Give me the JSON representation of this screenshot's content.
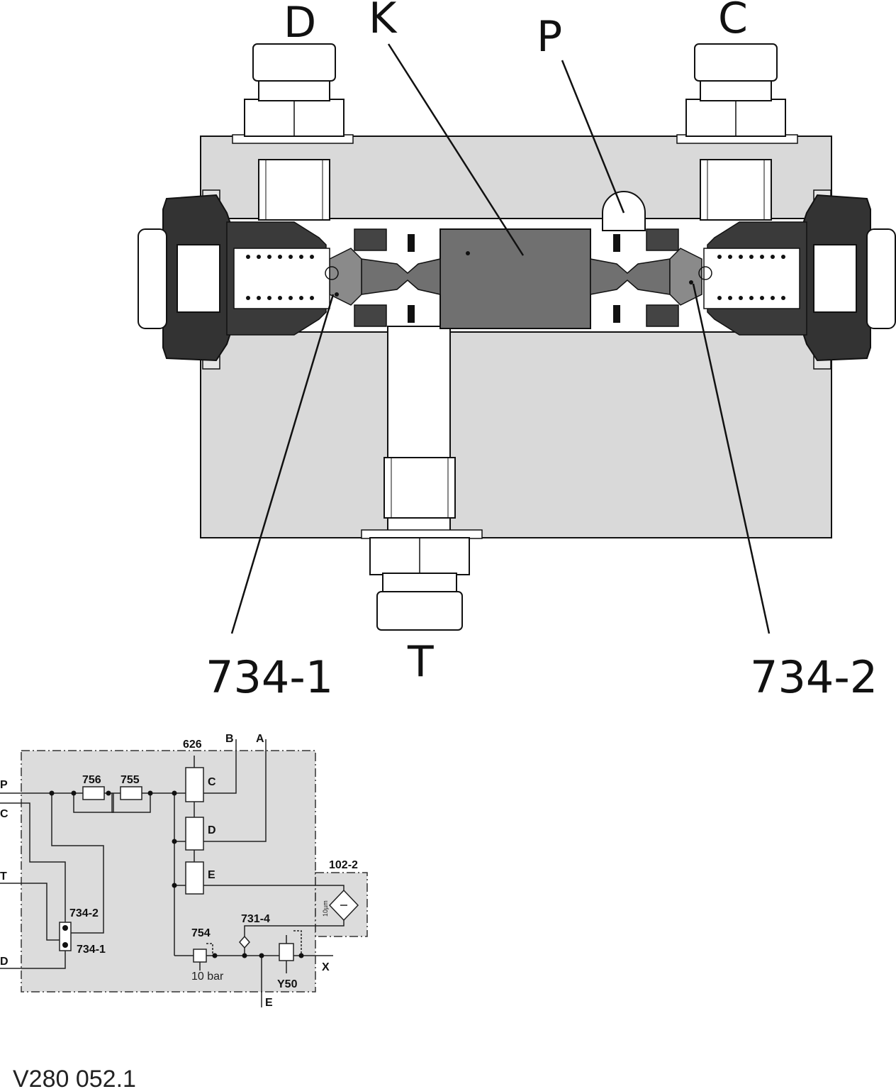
{
  "section_view": {
    "labels": {
      "D": "D",
      "K": "K",
      "P": "P",
      "C": "C",
      "T": "T",
      "left_valve": "734-1",
      "right_valve": "734-2"
    }
  },
  "schematic": {
    "ports": {
      "P": "P",
      "C": "C",
      "T": "T",
      "D": "D",
      "B": "B",
      "A": "A",
      "E": "E",
      "X": "X"
    },
    "components": {
      "c626": "626",
      "c756": "756",
      "c755": "755",
      "c734_2": "734-2",
      "c734_1": "734-1",
      "c754": "754",
      "c731_4": "731-4",
      "c102_2": "102-2",
      "y50": "Y50",
      "port_c": "C",
      "port_d": "D",
      "port_e": "E"
    },
    "pressure": "10 bar",
    "filter_rating": "10µm"
  },
  "drawing_code": "V280 052.1"
}
